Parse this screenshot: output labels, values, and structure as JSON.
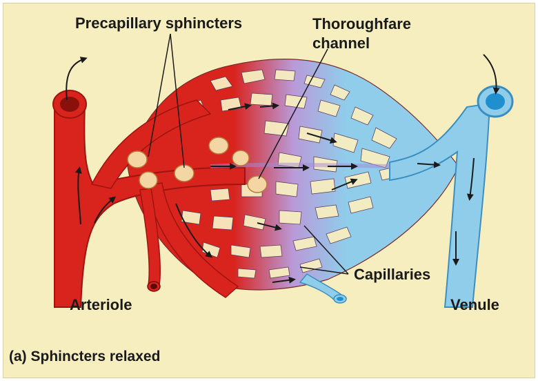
{
  "labels": {
    "precapillary_sphincters": "Precapillary sphincters",
    "thoroughfare_line1": "Thoroughfare",
    "thoroughfare_line2": "channel",
    "capillaries": "Capillaries",
    "arteriole": "Arteriole",
    "venule": "Venule",
    "condition": "(a) Sphincters relaxed"
  },
  "colors": {
    "background": "#f7eec0",
    "arterial": "#d9231d",
    "arterial_dark": "#9e1410",
    "venous": "#8fcdeb",
    "venous_dark": "#3a8fc0",
    "sphincter": "#f3d6a4",
    "sphincter_stroke": "#b77a3a",
    "flow_arrow": "#1a1a1a"
  },
  "icons": [
    "flow-arrow-icon",
    "sphincter-icon"
  ]
}
